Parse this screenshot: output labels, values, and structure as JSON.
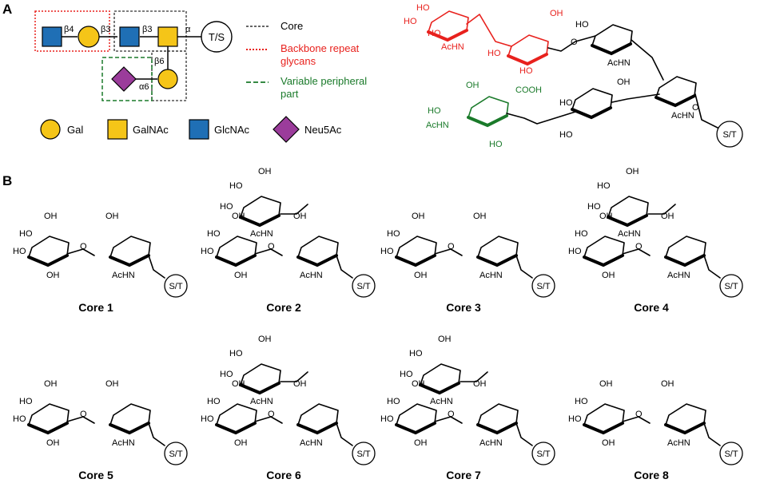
{
  "panels": {
    "a": "A",
    "b": "B"
  },
  "schematic": {
    "link_b4": "β4",
    "link_b3a": "β3",
    "link_b3b": "β3",
    "link_alpha": "α",
    "link_b6": "β6",
    "link_a6": "α6",
    "ts": "T/S"
  },
  "legend": {
    "core": "Core",
    "backbone_1": "Backbone repeat",
    "backbone_2": "glycans",
    "variable_1": "Variable peripheral",
    "variable_2": "part",
    "gal": "Gal",
    "galnac": "GalNAc",
    "glcnac": "GlcNAc",
    "neu5ac": "Neu5Ac"
  },
  "colors": {
    "gal": "#f5c518",
    "galnac": "#f5c518",
    "glcnac": "#1f6fb5",
    "neu5ac": "#9b3c9b",
    "backbone": "#e8211d",
    "variable": "#1a7a2a"
  },
  "atoms": {
    "oh": "OH",
    "ho": "HO",
    "achn": "AcHN",
    "nhac": "AcHN",
    "cooh": "COOH",
    "st": "S/T",
    "o": "O"
  },
  "cores": [
    "Core 1",
    "Core 2",
    "Core 3",
    "Core 4",
    "Core 5",
    "Core 6",
    "Core 7",
    "Core 8"
  ]
}
